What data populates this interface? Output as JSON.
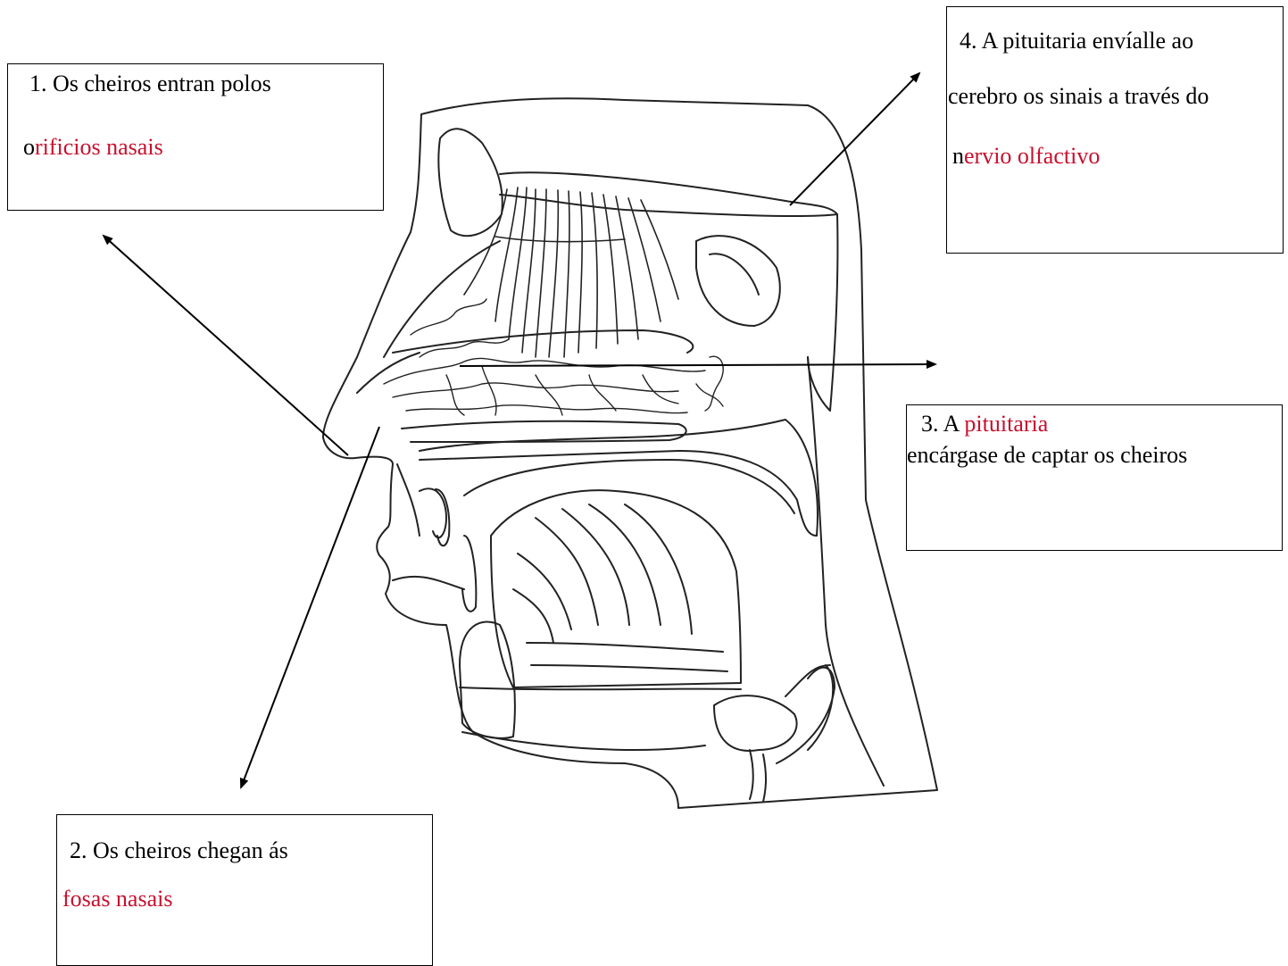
{
  "labels": {
    "box1": {
      "line1": "1. Os cheiros entran polos",
      "line2_prefix": "o",
      "line2_red": "rificios nasais"
    },
    "box2": {
      "line1": "2. Os cheiros chegan ás",
      "line2_red": "fosas nasais"
    },
    "box3": {
      "line1_prefix": "3. A ",
      "line1_red": "pituitaria",
      "line2": "encárgase de captar os cheiros"
    },
    "box4": {
      "line1": "4. A pituitaria envíalle ao",
      "line2": "cerebro os sinais a través do",
      "line3_prefix": "n",
      "line3_red": "ervio olfactivo"
    }
  },
  "colors": {
    "highlight": "#c8102e",
    "ink": "#000000",
    "line": "#222222"
  }
}
